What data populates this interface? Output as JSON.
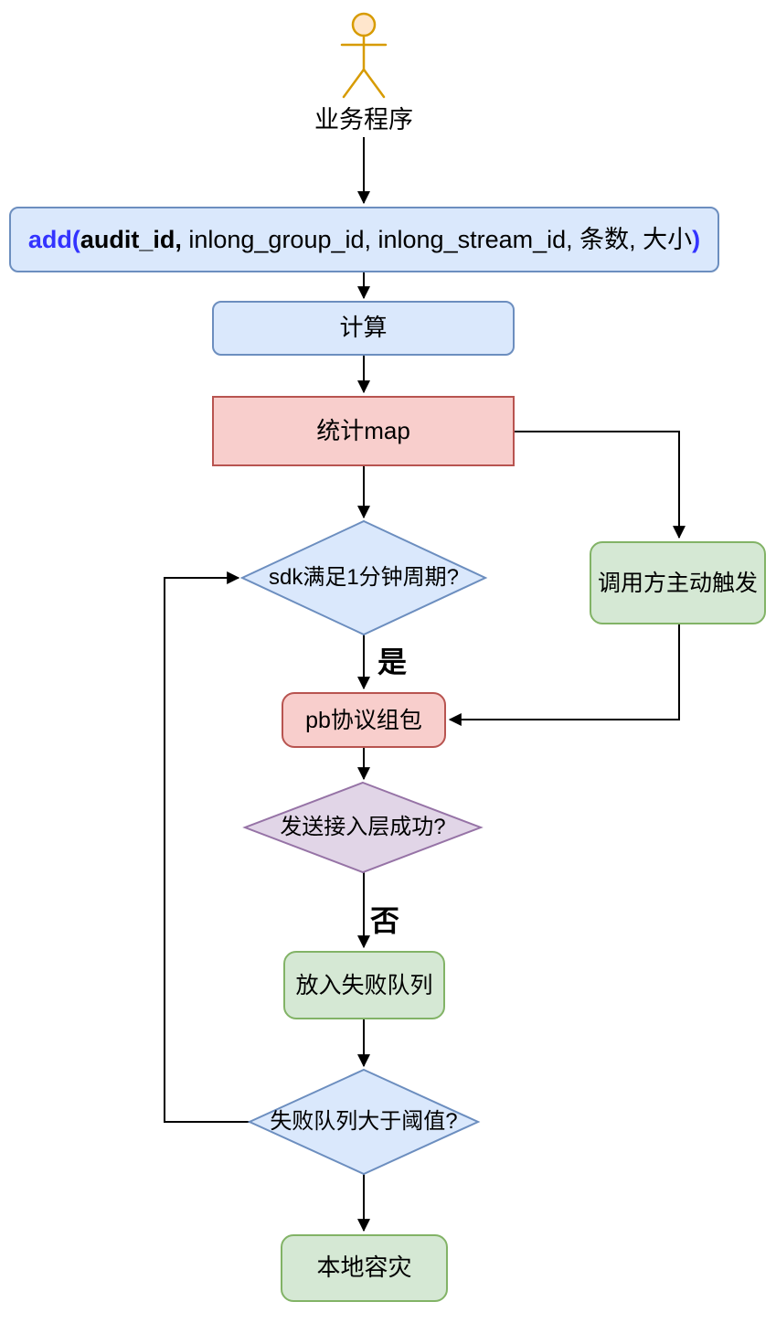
{
  "diagram": {
    "actor": {
      "label": "业务程序"
    },
    "nodes": {
      "add_call": {
        "accent_open": "add(",
        "bold_arg": "audit_id,",
        "args": " inlong_group_id, inlong_stream_id, 条数, 大小",
        "accent_close": ")"
      },
      "compute": {
        "label": "计算"
      },
      "stats_map": {
        "label": "统计map"
      },
      "sdk_cycle_decision": {
        "label": "sdk满足1分钟周期?"
      },
      "caller_trigger": {
        "label": "调用方主动触发"
      },
      "pb_pack": {
        "label": "pb协议组包"
      },
      "send_success_decision": {
        "label": "发送接入层成功?"
      },
      "enqueue_failure": {
        "label": "放入失败队列"
      },
      "queue_threshold_decision": {
        "label": "失败队列大于阈值?"
      },
      "local_disaster": {
        "label": "本地容灾"
      }
    },
    "edge_labels": {
      "yes": "是",
      "no": "否"
    },
    "colors": {
      "blue_fill": "#dae8fc",
      "blue_stroke": "#6c8ebf",
      "red_fill": "#f8cecc",
      "red_stroke": "#b85450",
      "green_fill": "#d5e8d4",
      "green_stroke": "#82b366",
      "purple_fill": "#e1d5e7",
      "purple_stroke": "#9673a6",
      "actor_stroke": "#d79b00",
      "actor_fill": "#ffe6cc",
      "call_accent": "#3333ff",
      "edge_color": "#000000"
    }
  }
}
